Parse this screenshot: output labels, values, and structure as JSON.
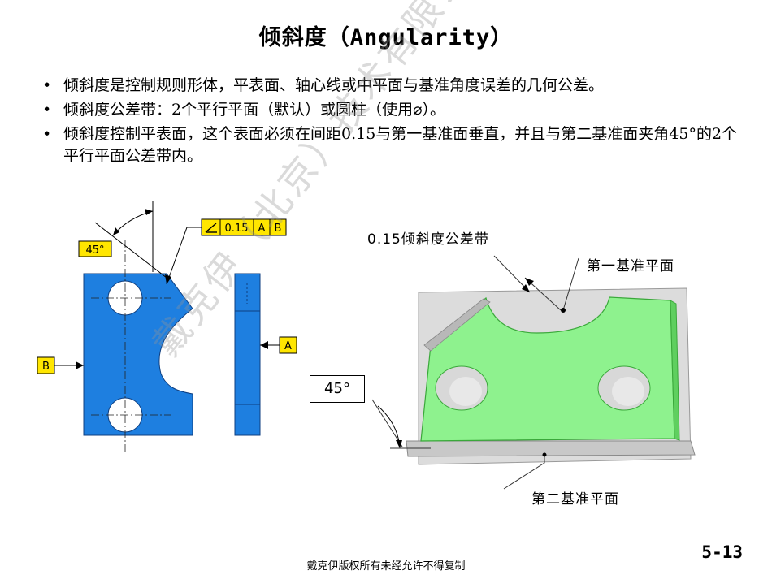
{
  "title": "倾斜度（Angularity）",
  "bullets": [
    "倾斜度是控制规则形体，平表面、轴心线或中平面与基准角度误差的几何公差。",
    "倾斜度公差带：2个平行平面（默认）或圆柱（使用⌀）。",
    "倾斜度控制平表面，这个表面必须在间距0.15与第一基准面垂直，并且与第二基准面夹角45°的2个平行平面公差带内。"
  ],
  "left_drawing": {
    "angle_label": "45°",
    "fcf_symbol": "angularity-icon",
    "fcf_tolerance": "0.15",
    "fcf_datum_1": "A",
    "fcf_datum_2": "B",
    "datum_a": "A",
    "datum_b": "B"
  },
  "right_drawing": {
    "tolerance_zone_label": "0.15倾斜度公差带",
    "primary_datum_label": "第一基准平面",
    "secondary_datum_label": "第二基准平面",
    "angle_label": "45°"
  },
  "colors": {
    "part_blue": "#1e7fe0",
    "label_yellow": "#ffe600",
    "part_green": "#8ef28e"
  },
  "watermark": "戴克伊（北京）技术有限公司",
  "page_number": "5-13",
  "footer": "戴克伊版权所有未经允许不得复制"
}
